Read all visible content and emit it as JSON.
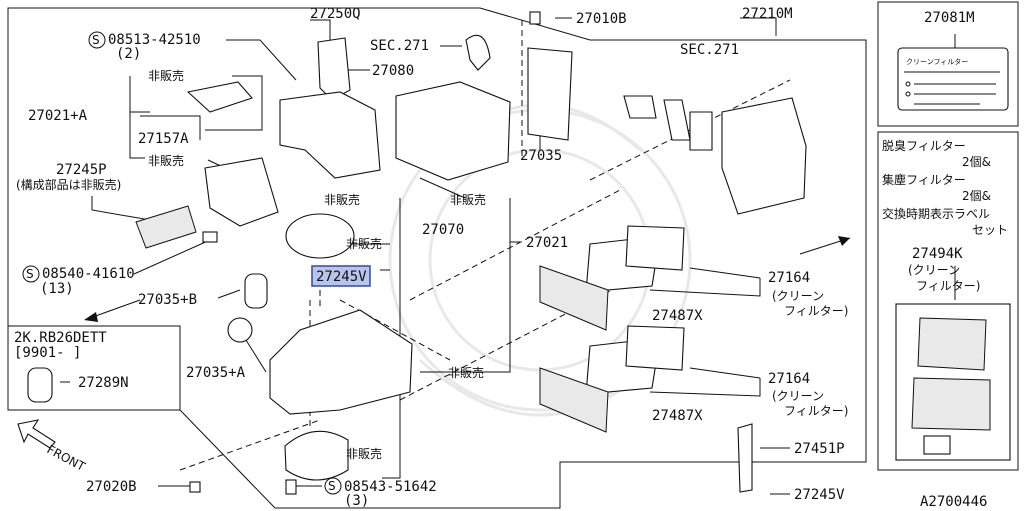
{
  "figure_id": "A2700446",
  "highlighted_part": "27245V",
  "labels": {
    "p27250q": "27250Q",
    "p27010b": "27010B",
    "p27210m": "27210M",
    "p27081m": "27081M",
    "s08513": "08513-42510",
    "s08513_qty": "(2)",
    "sec271_a": "SEC.271",
    "sec271_b": "SEC.271",
    "p27080": "27080",
    "hihanbai_1": "非販売",
    "p27021a": "27021+A",
    "p27157a": "27157A",
    "hihanbai_2": "非販売",
    "p27245p": "27245P",
    "p27245p_note": "(構成部品は非販売)",
    "p27035": "27035",
    "hihanbai_3": "非販売",
    "hihanbai_4": "非販売",
    "p27070": "27070",
    "hihanbai_5": "非販売",
    "p27021": "27021",
    "s08540": "08540-41610",
    "s08540_qty": "(13)",
    "p27245v_hl": "27245V",
    "p27035b": "27035+B",
    "p27164_a": "27164",
    "clean_filter_a1": "(クリーン",
    "clean_filter_a2": "フィルター)",
    "p27487x_a": "27487X",
    "engine_code": "2K.RB26DETT",
    "engine_date": "[9901-  ]",
    "p27289n": "27289N",
    "p27035a": "27035+A",
    "hihanbai_6": "非販売",
    "p27164_b": "27164",
    "clean_filter_b1": "(クリーン",
    "clean_filter_b2": "フィルター)",
    "p27487x_b": "27487X",
    "front": "FRONT",
    "hihanbai_7": "非販売",
    "p27451p": "27451P",
    "p27020b": "27020B",
    "s08543": "08543-51642",
    "s08543_qty": "(3)",
    "p27245v": "27245V",
    "label_card": "クリーンフィルター",
    "box2_l1": "脱臭フィルター",
    "box2_l2": "2個&",
    "box2_l3": "集塵フィルター",
    "box2_l4": "2個&",
    "box2_l5": "交換時期表示ラベル",
    "box2_l6": "セット",
    "p27494k": "27494K",
    "p27494k_n1": "(クリーン",
    "p27494k_n2": "フィルター)",
    "s_mark": "S"
  }
}
